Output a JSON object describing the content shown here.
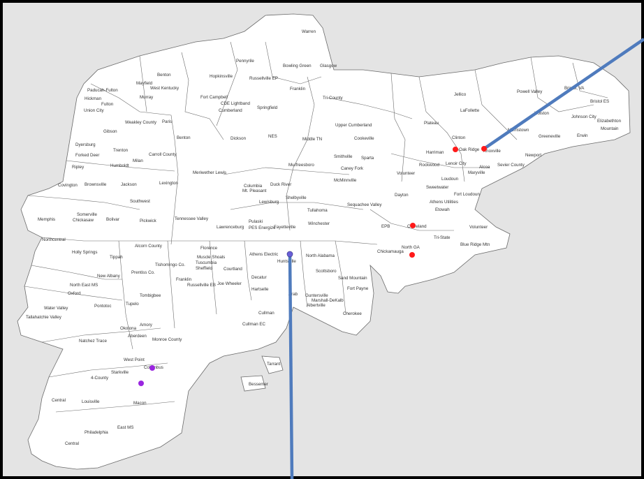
{
  "map": {
    "labels": [
      "Warren",
      "Pennyrile",
      "Bowling Green",
      "Glasgow",
      "Benton",
      "Hopkinsville",
      "Russellville EP",
      "Mayfield",
      "West Kentucky",
      "Franklin",
      "Paducah-Fulton",
      "Murray",
      "Hickman",
      "Fulton",
      "Fort Campbell",
      "CDE Lightband",
      "Cumberland",
      "Springfield",
      "Tri-County",
      "Union City",
      "Weakley County",
      "Paris",
      "Jellico",
      "Powell Valley",
      "Bristol, VA",
      "LaFollette",
      "Holston",
      "Bristol ES",
      "Johnson City",
      "Elizabethton",
      "Mountain",
      "Erwin",
      "Gibson",
      "Benton",
      "Dickson",
      "NES",
      "Middle TN",
      "Upper Cumberland",
      "Cookeville",
      "Plateau",
      "Clinton",
      "Oak Ridge",
      "Morristown",
      "Newport",
      "Greeneville",
      "Dyersburg",
      "Forked Deer",
      "Trenton",
      "Carroll County",
      "Milan",
      "Humboldt",
      "Ripley",
      "Covington",
      "Brownsville",
      "Jackson",
      "Lexington",
      "Meriwether Lewis",
      "Columbia",
      "Mt. Pleasant",
      "Duck River",
      "Murfreesboro",
      "Caney Fork",
      "Smithville",
      "Sparta",
      "McMinnville",
      "Volunteer",
      "Harriman",
      "Lenoir City",
      "Rockwood",
      "Alcoa",
      "Maryville",
      "Sevier County",
      "Knoxville",
      "Loudoun",
      "Sweetwater",
      "Fort Loudoun",
      "Athens Utilities",
      "Etowah",
      "Dayton",
      "Sequachee Valley",
      "Shelbyville",
      "Lewisburg",
      "Tullahoma",
      "Winchester",
      "Fayetteville",
      "Pulaski",
      "Lawrenceburg",
      "PES Energize",
      "Tennessee Valley",
      "Southwest",
      "Somerville",
      "Chickasaw",
      "Bolivar",
      "Pickwick",
      "Memphis",
      "Northcentral",
      "Holly Springs",
      "Tippah",
      "Alcorn County",
      "Tishomingo Co.",
      "Prentiss Co.",
      "Florence",
      "Muscle Shoals",
      "Tuscumbia",
      "Sheffield",
      "Courtland",
      "Franklin",
      "Russellville EB",
      "Joe Wheeler",
      "Decatur",
      "Hartselle",
      "Athens Electric",
      "Huntsville",
      "North Alabama",
      "Scottsboro",
      "Sand Mountain",
      "Fort Payne",
      "Guntersville",
      "Albertville",
      "Arab",
      "Marshall-DeKalb",
      "Cherokee",
      "Cullman",
      "Cullman EC",
      "EPB",
      "Cleveland",
      "Chickamauga",
      "North GA",
      "Tri-State",
      "Blue Ridge Mtn",
      "Volunteer",
      "New Albany",
      "North East MS",
      "Oxford",
      "Pontotoc",
      "Tupelo",
      "Water Valley",
      "Tallahatchie Valley",
      "Tombigbee",
      "Amory",
      "Okolona",
      "Aberdeen",
      "Monroe County",
      "Natchez Trace",
      "West Point",
      "Columbus",
      "Starkville",
      "4-County",
      "Macon",
      "Louisville",
      "Central",
      "Philadelphia",
      "East MS",
      "Central",
      "Tarrant",
      "Bessemer"
    ],
    "markers": [
      {
        "name": "Oak Ridge",
        "color": "#ff1a1a"
      },
      {
        "name": "Knoxville",
        "color": "#ff1a1a"
      },
      {
        "name": "Cleveland",
        "color": "#ff1a1a"
      },
      {
        "name": "North GA",
        "color": "#ff1a1a"
      },
      {
        "name": "Huntsville",
        "color": "#6a5fd8"
      },
      {
        "name": "Columbus",
        "color": "#9a26e0"
      },
      {
        "name": "Starkville",
        "color": "#9a26e0"
      }
    ],
    "pointer_color": "#4f7bbd"
  }
}
